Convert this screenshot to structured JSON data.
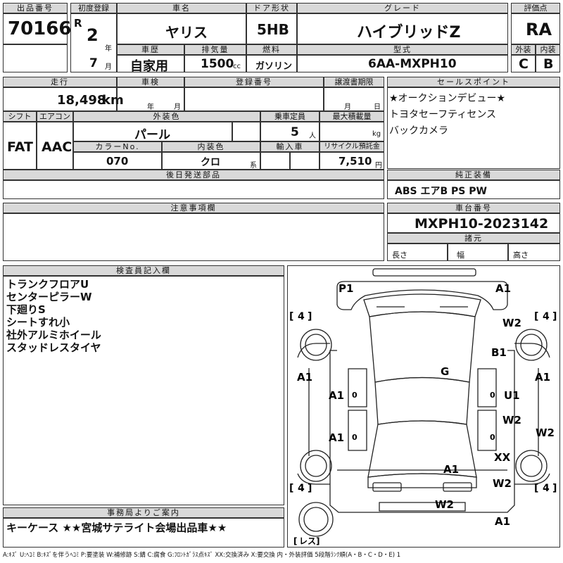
{
  "lot": {
    "label": "出品番号",
    "value": "70166"
  },
  "first_reg": {
    "label": "初度登録",
    "era": "R",
    "year": "2",
    "year_unit": "年",
    "month": "7",
    "month_unit": "月"
  },
  "car_name": {
    "label": "車名",
    "value": "ヤリス"
  },
  "door": {
    "label": "ドア形状",
    "value": "5HB"
  },
  "grade": {
    "label": "グレード",
    "value": "ハイブリッドZ"
  },
  "score": {
    "label": "評価点",
    "value": "RA"
  },
  "history": {
    "label": "車歴",
    "value": "自家用"
  },
  "displacement": {
    "label": "排気量",
    "value": "1500",
    "unit": "cc"
  },
  "fuel": {
    "label": "燃料",
    "value": "ガソリン"
  },
  "model_code": {
    "label": "型式",
    "value": "6AA-MXPH10"
  },
  "exterior_grade": {
    "label": "外装",
    "value": "C"
  },
  "interior_grade": {
    "label": "内装",
    "value": "B"
  },
  "mileage": {
    "label": "走行",
    "value": "18,498",
    "unit": "km"
  },
  "inspection": {
    "label": "車検",
    "year_unit": "年",
    "month_unit": "月"
  },
  "reg_no": {
    "label": "登録番号"
  },
  "transfer_deadline": {
    "label": "譲渡書期限",
    "month_unit": "月",
    "day_unit": "日"
  },
  "sales_points": {
    "label": "セールスポイント",
    "items": [
      "★オークションデビュー★",
      "トヨタセーフティセンス",
      "バックカメラ"
    ]
  },
  "shift": {
    "label": "シフト",
    "value": "FAT"
  },
  "aircon": {
    "label": "エアコン",
    "value": "AAC"
  },
  "ext_color": {
    "label": "外装色",
    "value": "パール"
  },
  "capacity": {
    "label": "乗車定員",
    "value": "5",
    "unit": "人"
  },
  "max_load": {
    "label": "最大積載量",
    "unit": "kg"
  },
  "color_no": {
    "label": "カラーNo.",
    "value": "070"
  },
  "int_color": {
    "label": "内装色",
    "value": "クロ",
    "unit": "系"
  },
  "import": {
    "label": "輸入車"
  },
  "recycle": {
    "label": "リサイクル預託金",
    "value": "7,510",
    "unit": "円"
  },
  "later_parts": {
    "label": "後日発送部品"
  },
  "equipment": {
    "label": "純正装備",
    "value": "ABS エアB PS PW"
  },
  "caution": {
    "label": "注意事項欄"
  },
  "chassis": {
    "label": "車台番号",
    "value": "MXPH10-2023142"
  },
  "dimensions": {
    "label": "諸元",
    "length": "長さ",
    "width": "幅",
    "height": "高さ"
  },
  "inspector": {
    "label": "検査員記入欄",
    "lines": [
      "トランクフロアU",
      "センターピラーW",
      "下廻りS",
      "シートすれ小",
      "社外アルミホイール",
      "スタッドレスタイヤ"
    ]
  },
  "office": {
    "label": "事務局よりご案内",
    "value": "キーケース ★★宮城サテライト会場出品車★★"
  },
  "legend": "A:ｷｽﾞ U:ﾍｺﾐ B:ｷｽﾞを伴うﾍｺﾐ P:要塗装 W:補修跡 S:錆 C:腐食 G:ﾌﾛﾝﾄｶﾞﾗｽ点ｷｽﾞ XX:交換済み X:要交換 内・外装評価 5段階ﾗﾝｸ順(A・B・C・D・E) 1",
  "diagram": {
    "tire_marks": [
      "4",
      "4",
      "4",
      "4"
    ],
    "spare": "レス",
    "codes": [
      "P1",
      "A1",
      "W2",
      "B1",
      "G",
      "A1",
      "A1",
      "U1",
      "A1",
      "W2",
      "A1",
      "W2",
      "XX",
      "A1",
      "W2",
      "W2",
      "A1"
    ]
  }
}
